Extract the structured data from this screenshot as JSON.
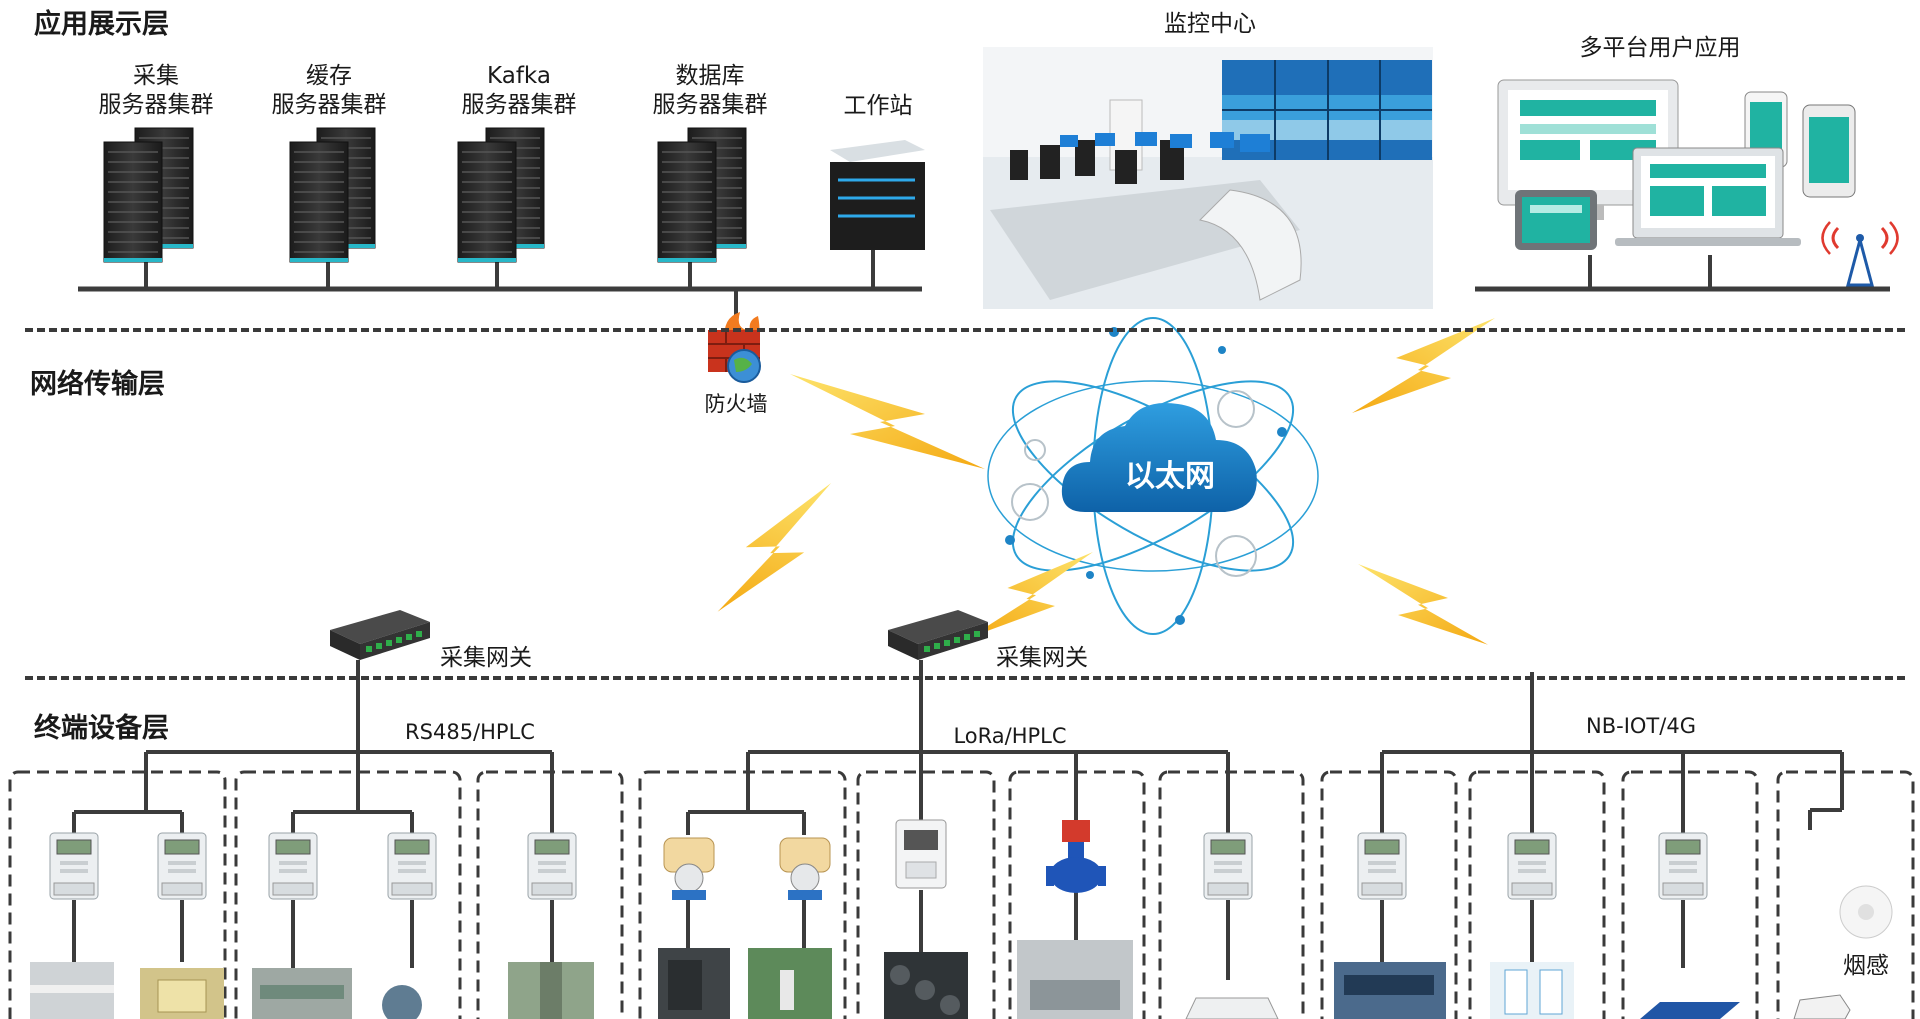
{
  "layers": {
    "application": "应用展示层",
    "network": "网络传输层",
    "terminal": "终端设备层"
  },
  "app_layer": {
    "clusters": [
      {
        "line1": "采集",
        "line2": "服务器集群"
      },
      {
        "line1": "缓存",
        "line2": "服务器集群"
      },
      {
        "line1": "Kafka",
        "line2": "服务器集群"
      },
      {
        "line1": "数据库",
        "line2": "服务器集群"
      }
    ],
    "workstation": "工作站",
    "monitor_center": "监控中心",
    "multi_platform": "多平台用户应用"
  },
  "network_layer": {
    "firewall": "防火墙",
    "ethernet": "以太网",
    "gateway_1": "采集网关",
    "gateway_2": "采集网关"
  },
  "terminal_layer": {
    "protocol_1": "RS485/HPLC",
    "protocol_2": "LoRa/HPLC",
    "protocol_3": "NB-IOT/4G",
    "smoke_detector": "烟感"
  },
  "colors": {
    "server": "#2b2b2b",
    "server_accent": "#27b7c8",
    "cloud": "#1e84c6",
    "lightning": "#f7c31a",
    "lines": "#3c3c3c"
  }
}
